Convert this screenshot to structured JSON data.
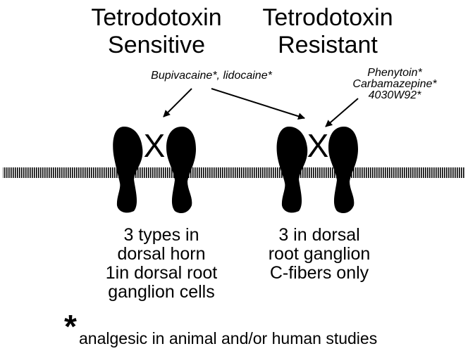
{
  "titles": {
    "sensitive": {
      "line1": "Tetrodotoxin",
      "line2": "Sensitive"
    },
    "resistant": {
      "line1": "Tetrodotoxin",
      "line2": "Resistant"
    }
  },
  "drugs": {
    "shared": "Bupivacaine*, lidocaine*",
    "resistant_only": [
      "Phenytoin*",
      "Carbamazepine*",
      "4030W92*"
    ]
  },
  "block_mark": "X",
  "channels": {
    "sensitive": [
      "3 types in",
      "dorsal horn",
      "1in dorsal root",
      "ganglion cells"
    ],
    "resistant": [
      "3 in dorsal",
      "root ganglion",
      "C-fibers only"
    ]
  },
  "footnote": {
    "symbol": "*",
    "text": "analgesic in animal and/or human studies"
  },
  "colors": {
    "ink": "#000000",
    "background": "#ffffff"
  }
}
